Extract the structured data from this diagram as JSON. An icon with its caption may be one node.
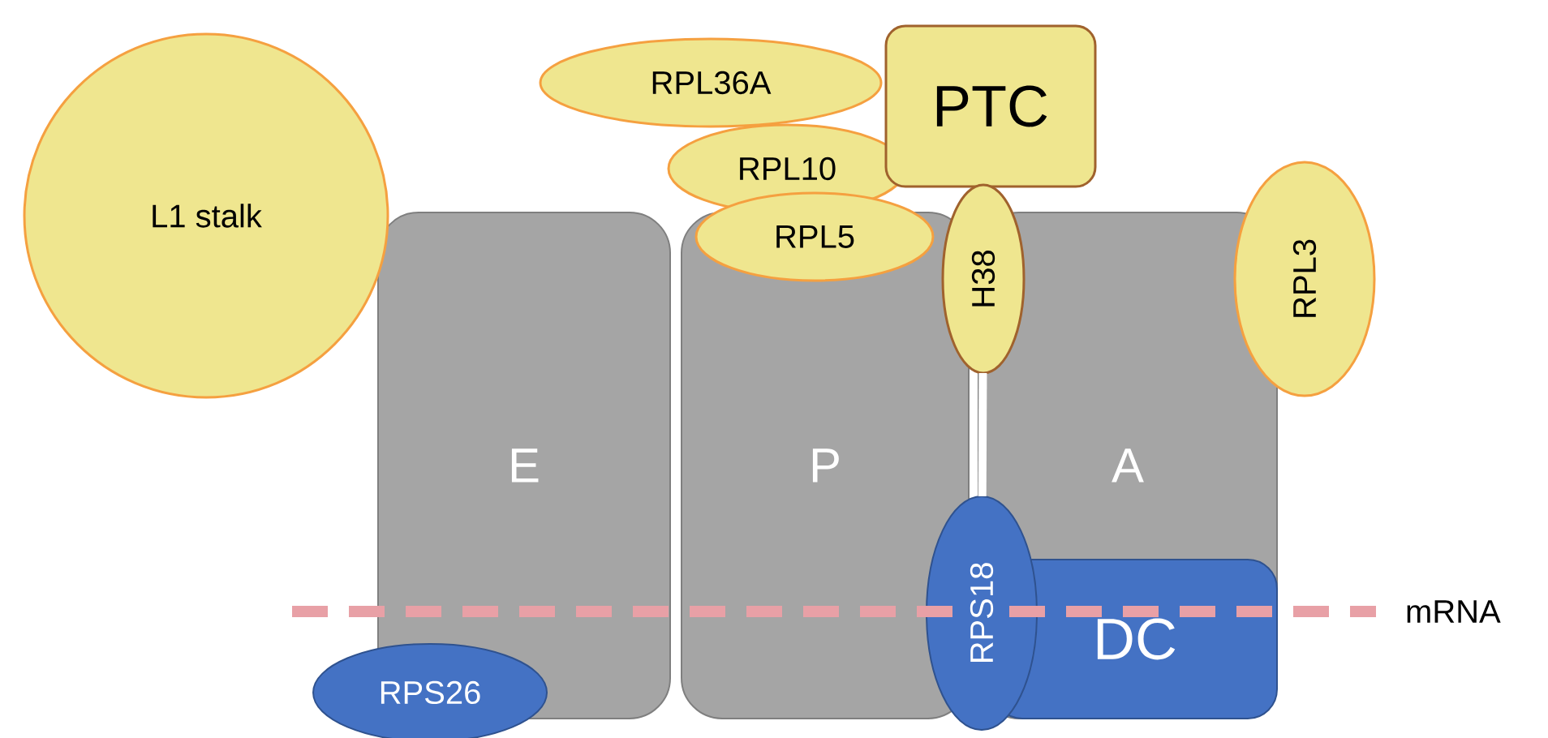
{
  "diagram": {
    "nodes": [
      {
        "text": [
          "L1 stalk"
        ]
      },
      {
        "text": [
          "RPL36A"
        ]
      },
      {
        "text": [
          "PTC"
        ]
      },
      {
        "text": [
          "RPL10"
        ]
      },
      {
        "text": [
          "RPL5"
        ]
      },
      {
        "text": [
          "E"
        ]
      },
      {
        "text": [
          "P"
        ]
      },
      {
        "text": [
          "H38"
        ]
      },
      {
        "text": [
          "A"
        ]
      },
      {
        "text": [
          "RPL3"
        ]
      },
      {
        "text": [
          "RPS18"
        ]
      },
      {
        "text": [
          "DC"
        ],
        "in": 8
      },
      {
        "text": [
          "RPS26"
        ]
      }
    ],
    "edges": [
      {
        "from": 7,
        "to": 10,
        "arrow": "none"
      }
    ],
    "labels": [
      "mRNA"
    ]
  }
}
